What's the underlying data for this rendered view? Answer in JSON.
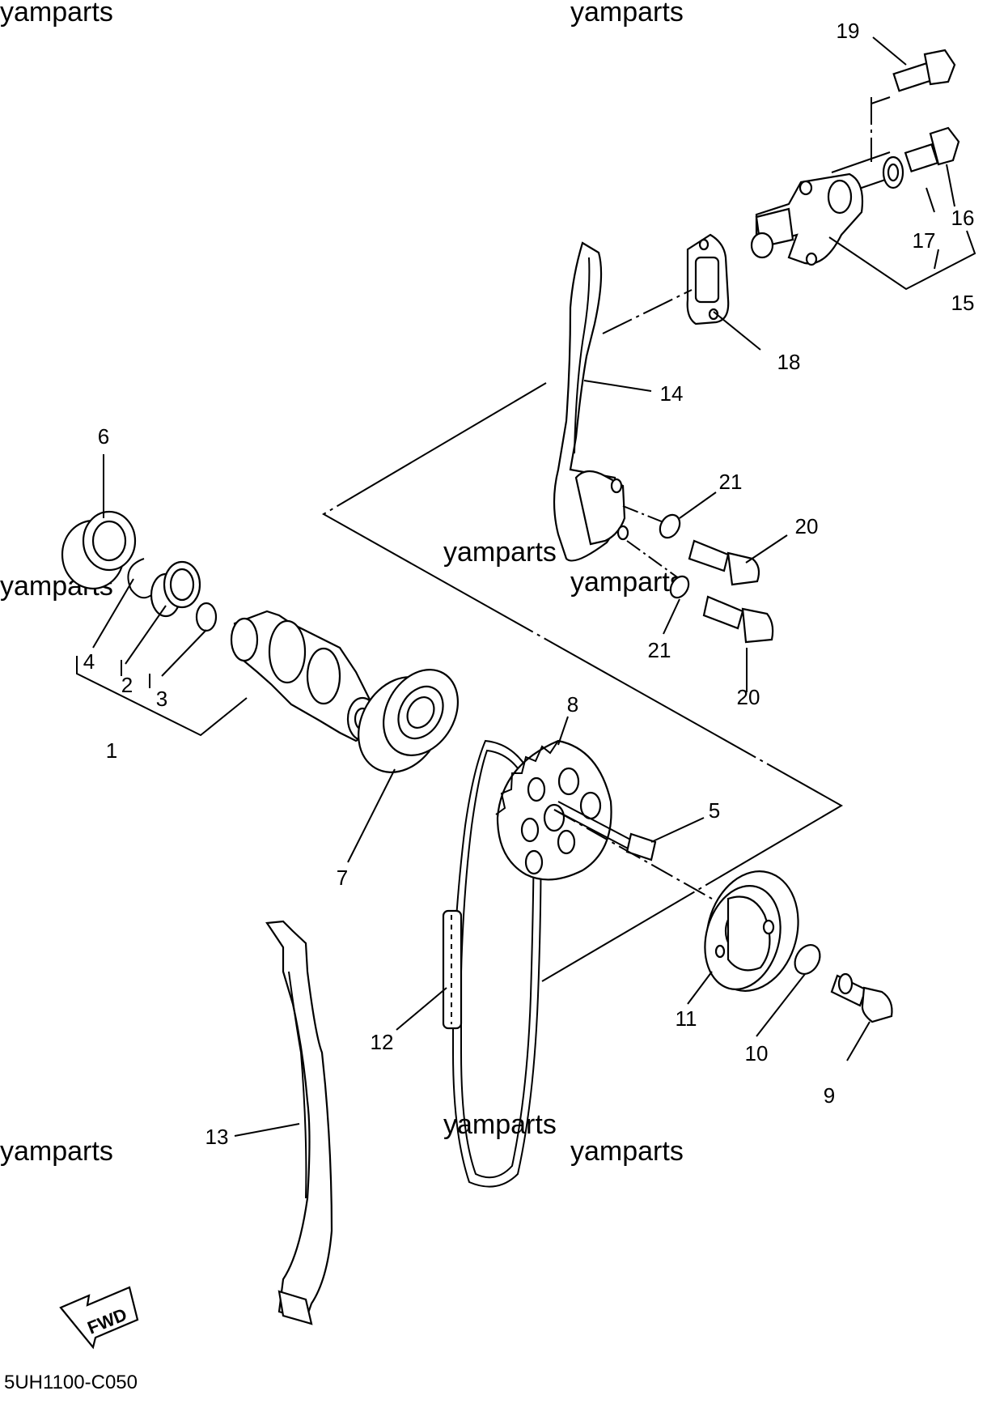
{
  "watermark": "yamparts",
  "diagram_code": "5UH1100-C050",
  "fwd_label": "FWD",
  "callouts": {
    "n1": "1",
    "n2": "2",
    "n3": "3",
    "n4": "4",
    "n5": "5",
    "n6": "6",
    "n7": "7",
    "n8": "8",
    "n9": "9",
    "n10": "10",
    "n11": "11",
    "n12": "12",
    "n13": "13",
    "n14": "14",
    "n15": "15",
    "n16": "16",
    "n17": "17",
    "n18": "18",
    "n19": "19",
    "n20a": "20",
    "n20b": "20",
    "n21a": "21",
    "n21b": "21"
  }
}
